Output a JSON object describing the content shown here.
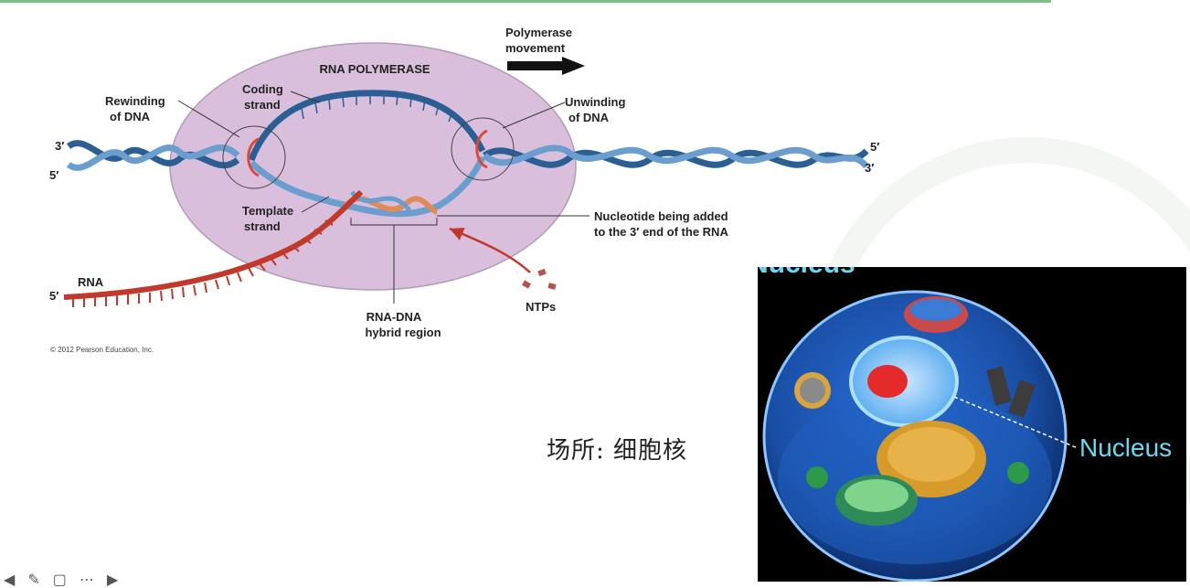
{
  "diagram": {
    "title": "RNA POLYMERASE",
    "polymerase_movement": [
      "Polymerase",
      "movement"
    ],
    "rewinding": [
      "Rewinding",
      "of DNA"
    ],
    "coding_strand": [
      "Coding",
      "strand"
    ],
    "unwinding": [
      "Unwinding",
      "of DNA"
    ],
    "template_strand": [
      "Template",
      "strand"
    ],
    "nucleotide_added": [
      "Nucleotide being added",
      "to the 3′ end of the RNA"
    ],
    "rna": "RNA",
    "hybrid_region": [
      "RNA-DNA",
      "hybrid region"
    ],
    "ntps": "NTPs",
    "ends": {
      "left_top": "3′",
      "left_bottom": "5′",
      "right_top": "5′",
      "right_bottom": "3′",
      "rna_end": "5′"
    },
    "copyright": "© 2012 Pearson Education, Inc."
  },
  "caption": "场所: 细胞核",
  "cell_image": {
    "label": "Nucleus",
    "top_cut_text": "Nucleus"
  },
  "toolbar": {
    "icons": [
      "back-arrow-icon",
      "pen-icon",
      "slides-icon",
      "more-icon",
      "forward-arrow-icon"
    ]
  },
  "colors": {
    "dna_blue": "#2b5f94",
    "dna_light": "#6b9ecf",
    "rna_red": "#c0392b",
    "polymerase": "#d7b9d9",
    "nucleus_text": "#6fd8f0"
  }
}
